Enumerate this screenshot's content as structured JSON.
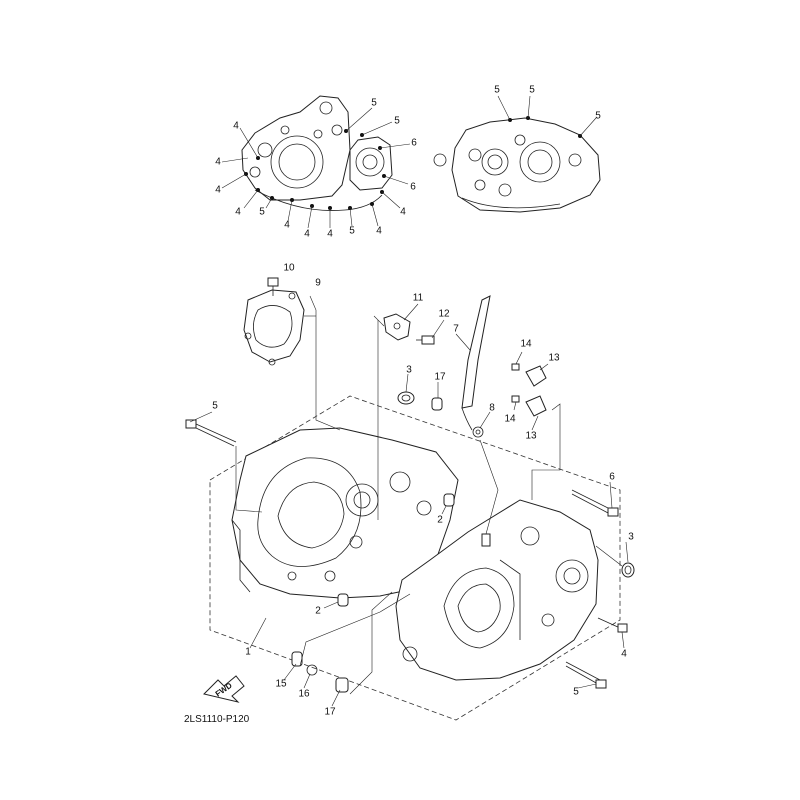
{
  "diagram": {
    "code_label": "2LS1110-P120",
    "fwd_label": "FWD",
    "callouts": {
      "c1": "1",
      "c2a": "2",
      "c2b": "2",
      "c3a": "3",
      "c3b": "3",
      "c4a": "4",
      "c4b": "4",
      "c4c": "4",
      "c4d": "4",
      "c4e": "4",
      "c4f": "4",
      "c4g": "4",
      "c4h": "4",
      "c4i": "4",
      "c5a": "5",
      "c5b": "5",
      "c5c": "5",
      "c5d": "5",
      "c5e": "5",
      "c5f": "5",
      "c5g": "5",
      "c5h": "5",
      "c5i": "5",
      "c6a": "6",
      "c6b": "6",
      "c6c": "6",
      "c7": "7",
      "c8": "8",
      "c9": "9",
      "c10": "10",
      "c11": "11",
      "c12": "12",
      "c13a": "13",
      "c13b": "13",
      "c14a": "14",
      "c14b": "14",
      "c15": "15",
      "c16": "16",
      "c17a": "17",
      "c17b": "17"
    }
  }
}
